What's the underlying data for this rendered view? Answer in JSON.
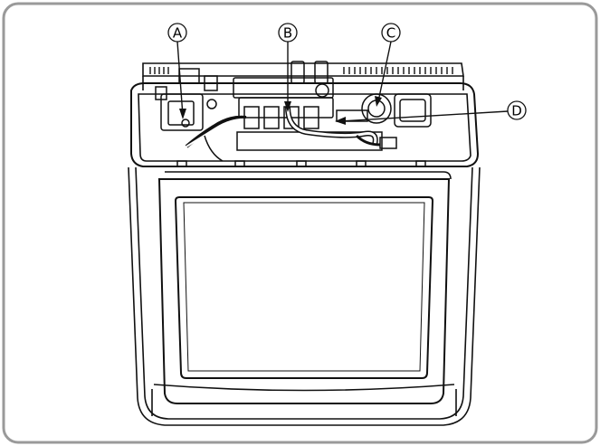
{
  "callouts": [
    {
      "id": "A",
      "label": "A"
    },
    {
      "id": "B",
      "label": "B"
    },
    {
      "id": "C",
      "label": "C"
    },
    {
      "id": "D",
      "label": "D"
    }
  ],
  "colors": {
    "border": "#9a9a9a",
    "stroke": "#111111",
    "background": "#ffffff"
  }
}
